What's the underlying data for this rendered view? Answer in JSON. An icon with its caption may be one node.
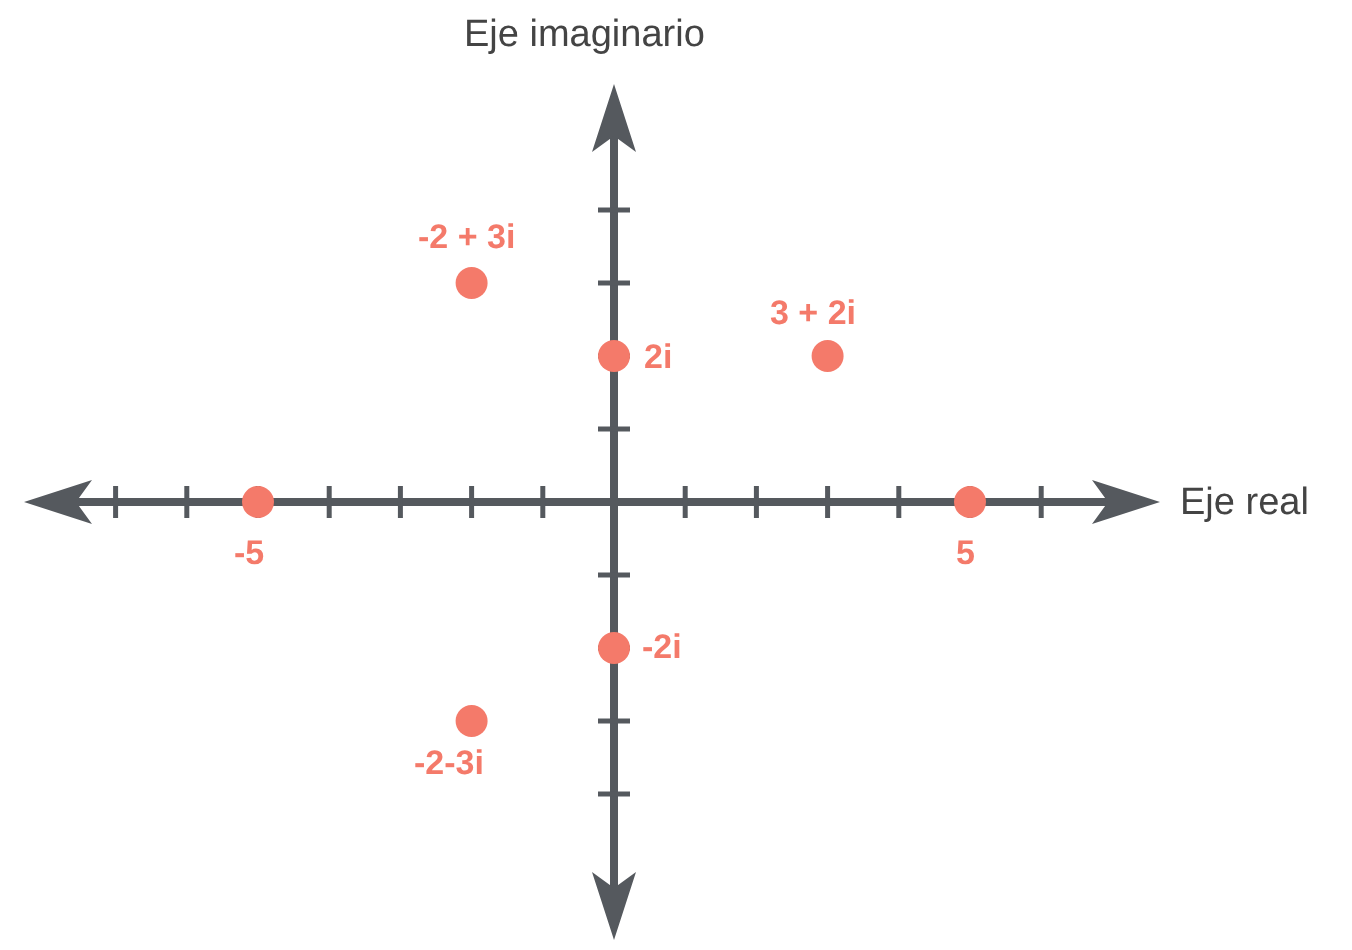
{
  "diagram": {
    "labels": [
      "Eje imaginario",
      "-2 + 3i",
      "3 + 2i",
      "2i",
      "Eje real",
      "-5",
      "5",
      "-2i",
      "-2-3i"
    ]
  }
}
